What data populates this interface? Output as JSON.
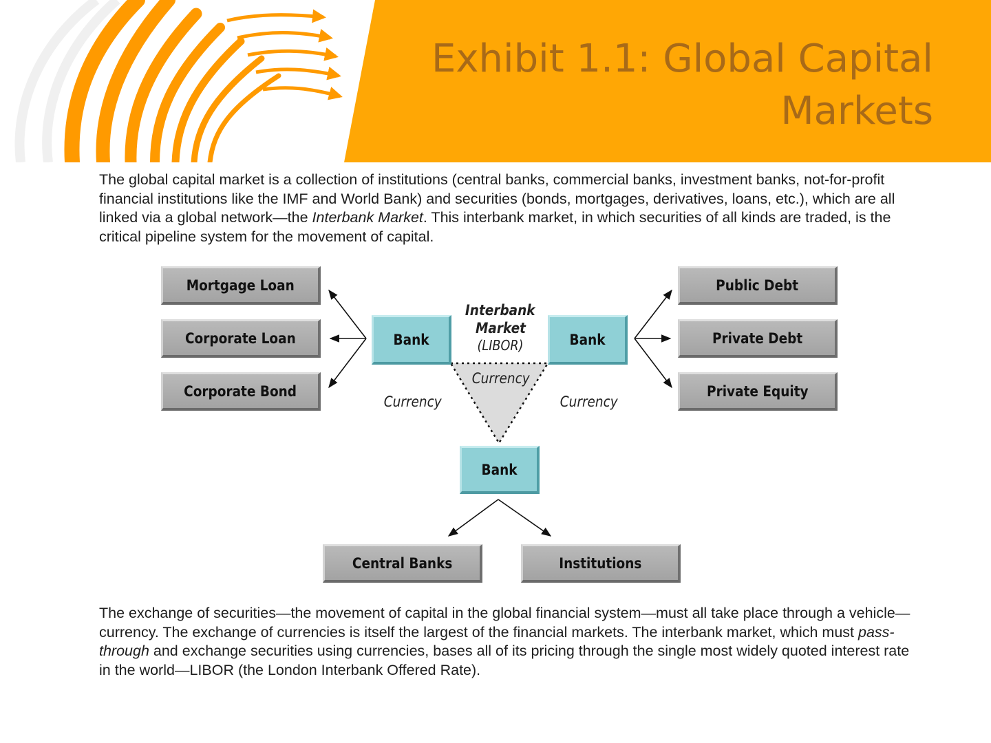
{
  "slide": {
    "title": "Exhibit 1.1: Global Capital Markets",
    "accent_color": "#ffa705",
    "title_color": "#a86a18"
  },
  "intro": {
    "before_em": "The global capital market is a collection of institutions (central banks, commercial banks, investment banks, not-for-profit financial institutions like the IMF and World Bank) and securities (bonds, mortgages, derivatives, loans, etc.), which are all linked via a global network—the ",
    "em": "Interbank Market",
    "after_em": ". This interbank market, in which securities of all kinds are traded, is the critical pipeline system for the movement of capital."
  },
  "diagram": {
    "left_nodes": [
      "Mortgage Loan",
      "Corporate Loan",
      "Corporate Bond"
    ],
    "right_nodes": [
      "Public Debt",
      "Private Debt",
      "Private Equity"
    ],
    "bottom_nodes": [
      "Central Banks",
      "Institutions"
    ],
    "banks": {
      "left": "Bank",
      "right": "Bank",
      "bottom": "Bank"
    },
    "market": {
      "line1": "Interbank",
      "line2": "Market",
      "sub": "(LIBOR)"
    },
    "currency_labels": {
      "center": "Currency",
      "left": "Currency",
      "right": "Currency"
    }
  },
  "outro": {
    "before_em": "The exchange of securities—the movement of capital in the global financial system—must all take place through a vehicle—currency. The exchange of currencies is itself the largest of the financial markets. The interbank market, which must ",
    "em": "pass-through",
    "after_em": " and exchange securities using currencies, bases all of its pricing through the single most widely quoted interest rate in the world—LIBOR (the London Interbank Offered Rate)."
  }
}
